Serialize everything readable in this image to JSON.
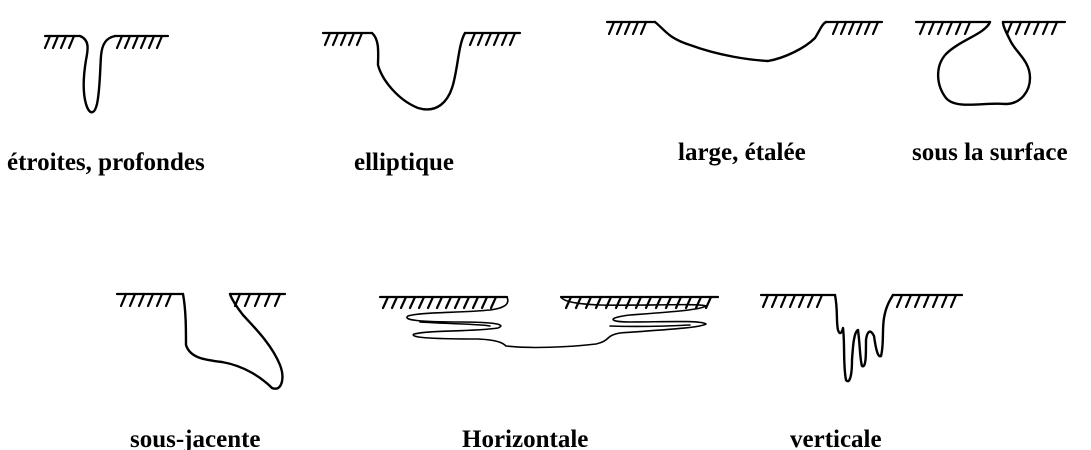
{
  "figure": {
    "panels": [
      {
        "id": "narrow-deep",
        "label": "étroites, profondes"
      },
      {
        "id": "elliptical",
        "label": "elliptique"
      },
      {
        "id": "wide-shallow",
        "label": "large, étalée"
      },
      {
        "id": "subsurface",
        "label": "sous la surface"
      },
      {
        "id": "undercutting",
        "label": "sous-jacente"
      },
      {
        "id": "horizontal",
        "label": "Horizontale"
      },
      {
        "id": "vertical",
        "label": "verticale"
      }
    ]
  }
}
